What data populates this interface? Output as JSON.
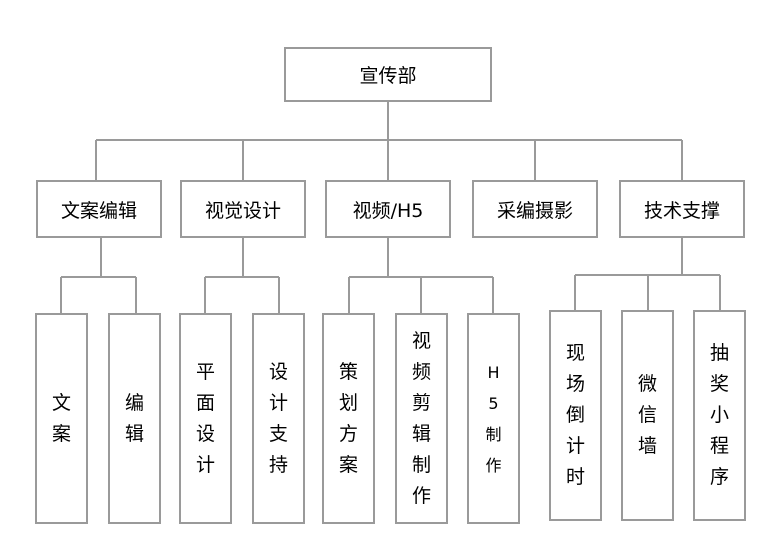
{
  "root": {
    "label": "宣传部"
  },
  "level1": [
    {
      "id": "copy",
      "label": "文案编辑"
    },
    {
      "id": "visual",
      "label": "视觉设计"
    },
    {
      "id": "video",
      "label": "视频/H5"
    },
    {
      "id": "photo",
      "label": "采编摄影"
    },
    {
      "id": "tech",
      "label": "技术支撑"
    }
  ],
  "level2": [
    {
      "parent": "copy",
      "label": "文案"
    },
    {
      "parent": "copy",
      "label": "编辑"
    },
    {
      "parent": "visual",
      "label": "平面设计"
    },
    {
      "parent": "visual",
      "label": "设计支持"
    },
    {
      "parent": "video",
      "label": "策划方案"
    },
    {
      "parent": "video",
      "label": "视频剪辑制作"
    },
    {
      "parent": "video",
      "label": "H5制作"
    },
    {
      "parent": "tech",
      "label": "现场倒计时"
    },
    {
      "parent": "tech",
      "label": "微信墙"
    },
    {
      "parent": "tech",
      "label": "抽奖小程序"
    }
  ]
}
